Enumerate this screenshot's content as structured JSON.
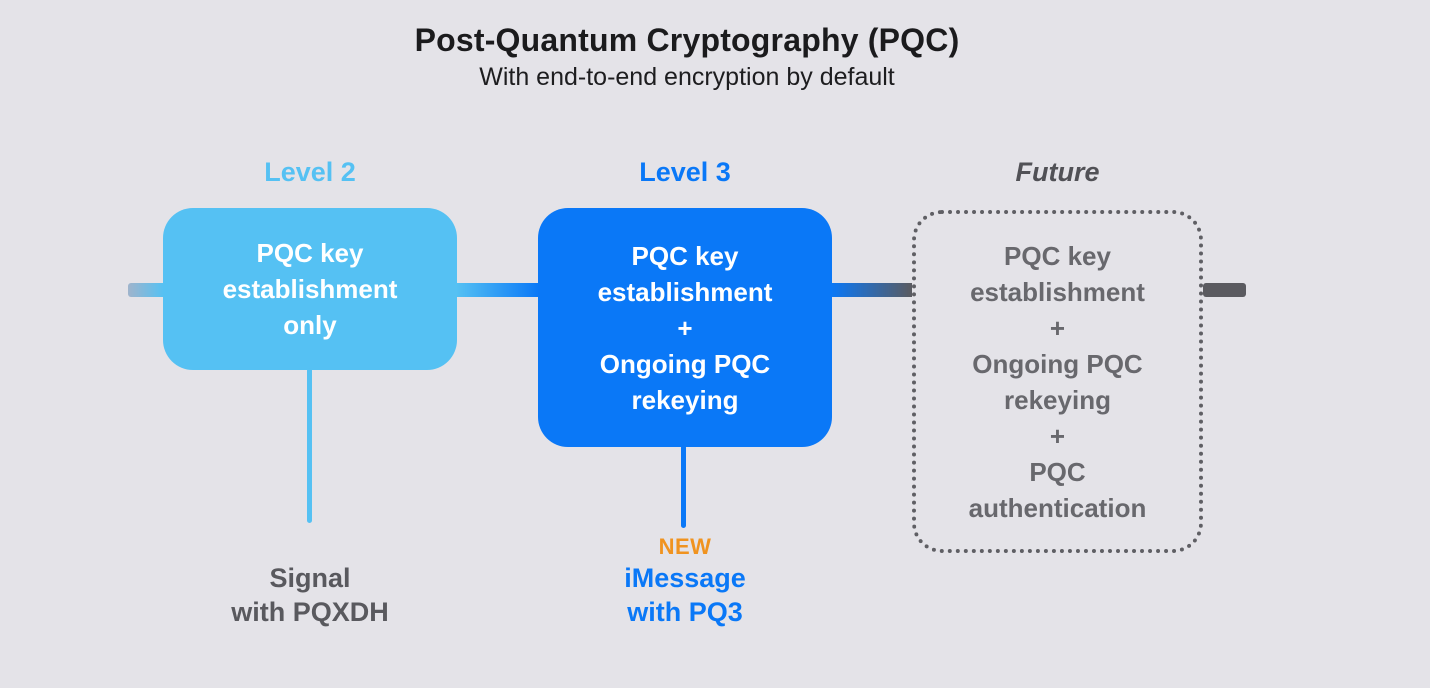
{
  "slide": {
    "title": "Post-Quantum Cryptography (PQC)",
    "subtitle": "With end-to-end encryption by default"
  },
  "columns": [
    {
      "label": "Level 2",
      "box_text": "PQC key\nestablishment\nonly",
      "caption": "Signal\nwith PQXDH"
    },
    {
      "label": "Level 3",
      "box_text": "PQC key\nestablishment\n+\nOngoing PQC\nrekeying",
      "badge": "NEW",
      "caption": "iMessage\nwith PQ3"
    },
    {
      "label": "Future",
      "box_text": "PQC key\nestablishment\n+\nOngoing PQC\nrekeying\n+\nPQC\nauthentication"
    }
  ],
  "colors": {
    "bg": "#e4e3e8",
    "title-color": "#1b1b1d",
    "subtitle-color": "#1d1d1f",
    "light-blue": "#55c1f3",
    "blue": "#0a78f7",
    "dark-gray": "#5b5b60",
    "fade-blue": "#9fb4cc",
    "future-label": "#515156",
    "future-border": "#5f5f64",
    "future-text": "#68686d",
    "caption-gray": "#59595e",
    "orange": "#f0931f"
  }
}
